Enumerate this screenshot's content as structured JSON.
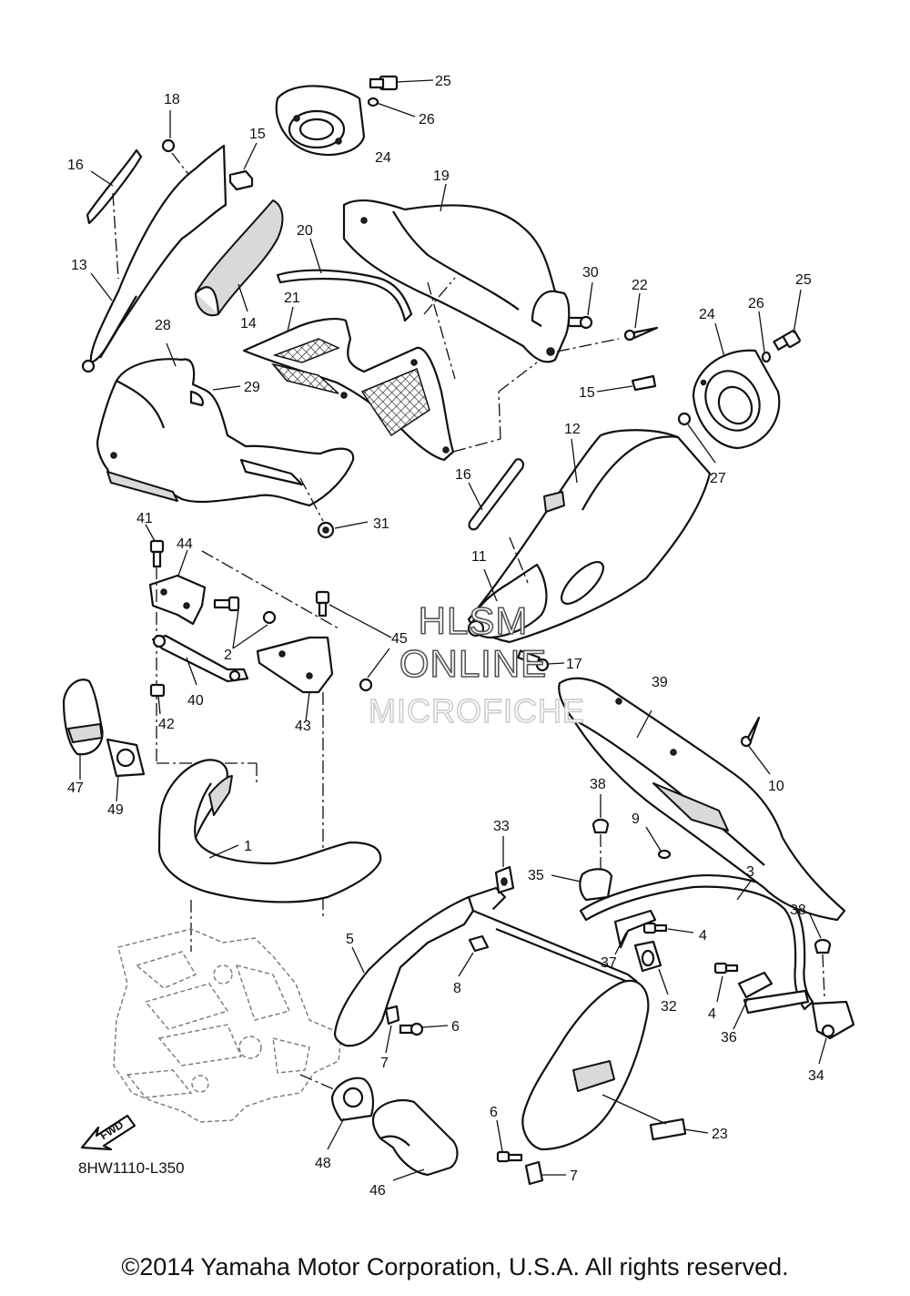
{
  "diagram_code": "8HW1110-L350",
  "copyright": "©2014 Yamaha Motor Corporation, U.S.A. All rights reserved.",
  "fwd_label": "FWD",
  "watermark": {
    "line1": "HLSM",
    "line2": "ONLINE",
    "line3": "MICROFICHE"
  },
  "callouts": {
    "c1": "1",
    "c2": "2",
    "c3": "3",
    "c4a": "4",
    "c4b": "4",
    "c5": "5",
    "c6a": "6",
    "c6b": "6",
    "c7a": "7",
    "c7b": "7",
    "c8": "8",
    "c9": "9",
    "c10": "10",
    "c11": "11",
    "c12": "12",
    "c13": "13",
    "c14": "14",
    "c15a": "15",
    "c15b": "15",
    "c16a": "16",
    "c16b": "16",
    "c17": "17",
    "c18": "18",
    "c19": "19",
    "c20": "20",
    "c21": "21",
    "c22": "22",
    "c23": "23",
    "c24a": "24",
    "c24b": "24",
    "c25a": "25",
    "c25b": "25",
    "c26a": "26",
    "c26b": "26",
    "c27": "27",
    "c28": "28",
    "c29": "29",
    "c30": "30",
    "c31": "31",
    "c32": "32",
    "c33": "33",
    "c34": "34",
    "c35": "35",
    "c36": "36",
    "c37": "37",
    "c38a": "38",
    "c38b": "38",
    "c39": "39",
    "c40": "40",
    "c41": "41",
    "c42": "42",
    "c43": "43",
    "c44": "44",
    "c45": "45",
    "c46": "46",
    "c47": "47",
    "c48": "48",
    "c49": "49"
  }
}
